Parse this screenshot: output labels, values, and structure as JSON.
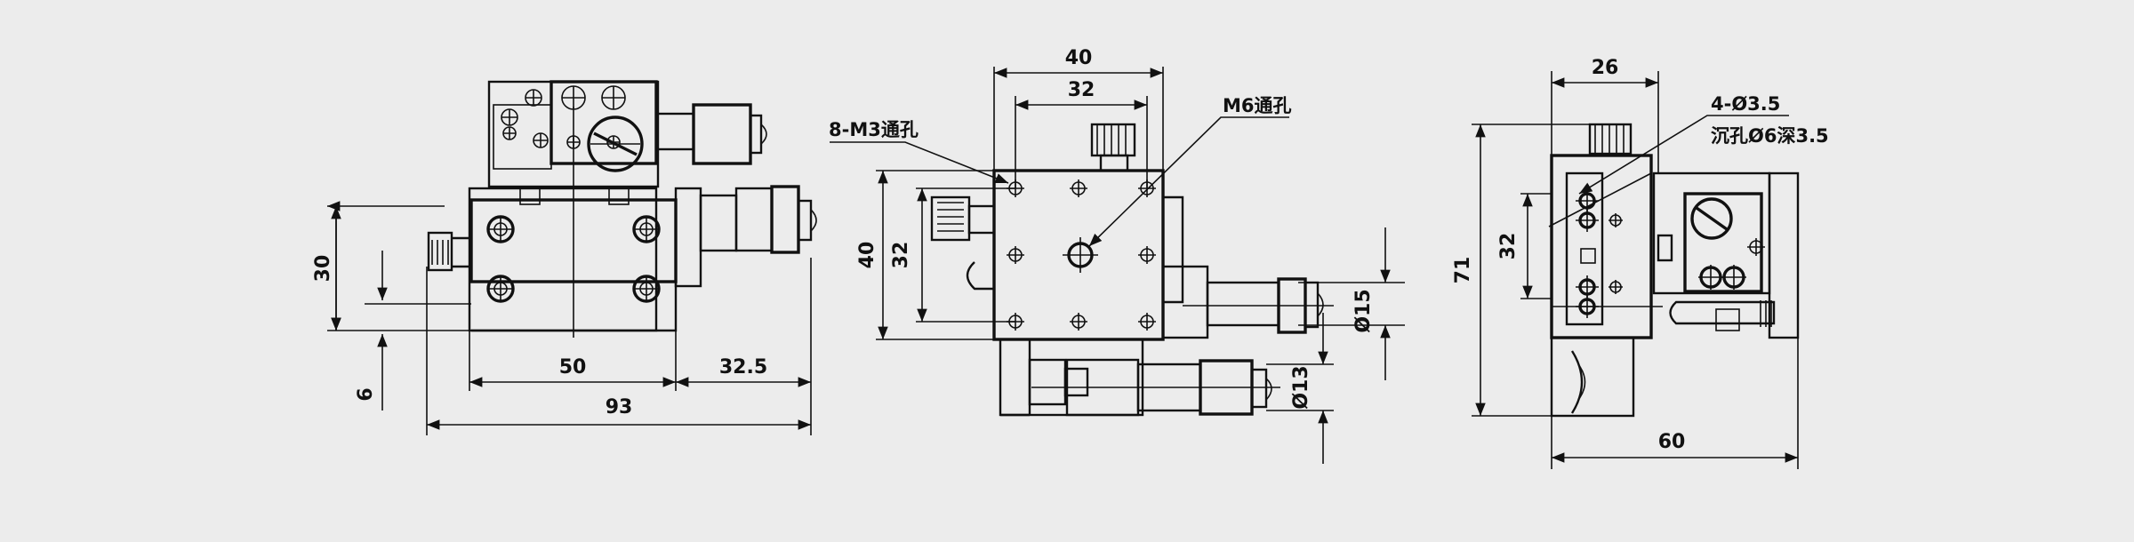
{
  "colors": {
    "background": "#ececec",
    "line": "#111111"
  },
  "front_view": {
    "dims": {
      "height": "30",
      "offset": "6",
      "center": "50",
      "micrometer": "32.5",
      "total": "93"
    }
  },
  "top_view": {
    "dims": {
      "outer_width": "40",
      "hole_width": "32",
      "outer_height": "40",
      "hole_height": "32",
      "dia_large": "Ø15",
      "dia_small": "Ø13"
    },
    "labels": {
      "m3": "8-M3通孔",
      "m6": "M6通孔"
    }
  },
  "side_view": {
    "dims": {
      "width": "26",
      "hole_height": "32",
      "height": "71",
      "total_width": "60"
    },
    "labels": {
      "hole_count": "4-Ø3.5",
      "counterbore": "沉孔Ø6深3.5"
    }
  }
}
